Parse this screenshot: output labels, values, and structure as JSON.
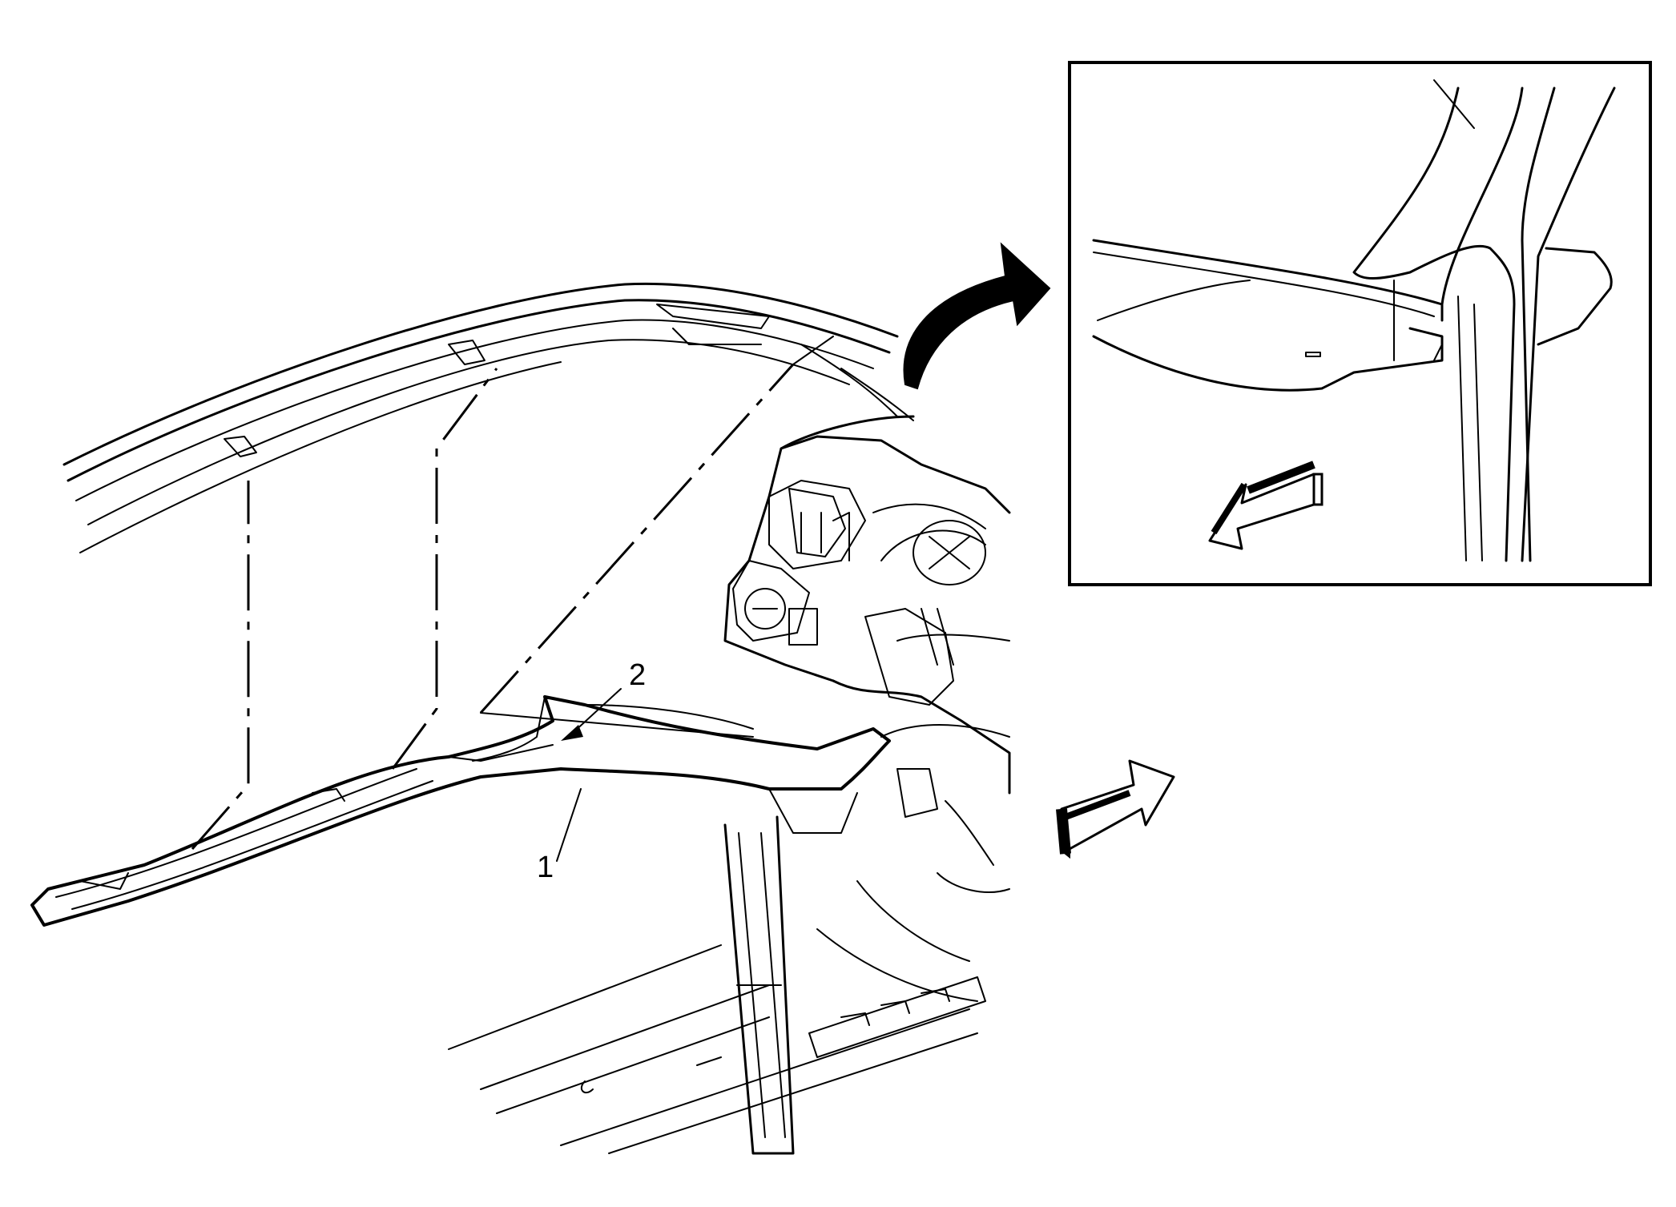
{
  "callouts": [
    {
      "id": "1",
      "label": "1"
    },
    {
      "id": "2",
      "label": "2"
    }
  ],
  "icons": {
    "inset_arrow": "curved-arrow-to-inset-icon",
    "direction_forward": "direction-arrow-forward-icon",
    "direction_inset": "direction-arrow-inset-icon"
  },
  "colors": {
    "line": "#000000",
    "background": "#ffffff"
  }
}
